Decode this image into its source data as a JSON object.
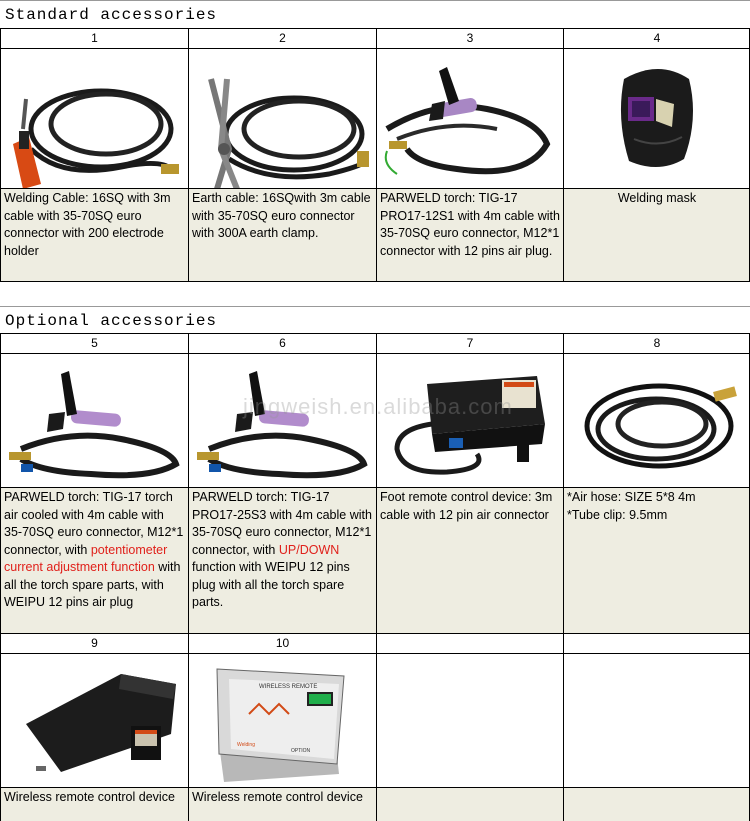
{
  "standard": {
    "title": "Standard accessories",
    "items": [
      {
        "num": "1",
        "desc": "Welding Cable: 16SQ with 3m cable with 35-70SQ euro connector with 200 electrode holder",
        "icon": "electrode-holder-cable"
      },
      {
        "num": "2",
        "desc": "Earth cable: 16SQwith 3m cable with 35-70SQ euro connector with 300A earth clamp.",
        "icon": "earth-clamp-cable"
      },
      {
        "num": "3",
        "desc": "PARWELD torch: TIG-17 PRO17-12S1 with 4m cable with 35-70SQ euro connector, M12*1 connector with 12 pins air plug.",
        "icon": "tig-torch"
      },
      {
        "num": "4",
        "desc": "Welding mask",
        "icon": "welding-mask"
      }
    ]
  },
  "optional": {
    "title": "Optional accessories",
    "items": [
      {
        "num": "5",
        "desc_pre": "PARWELD torch: TIG-17 torch air cooled with 4m cable with 35-70SQ euro connector, M12*1 connector, with ",
        "desc_red": "potentiometer current adjustment function",
        "desc_post": " with all the torch spare parts, with WEIPU 12 pins air plug",
        "icon": "tig-torch"
      },
      {
        "num": "6",
        "desc_pre": "PARWELD torch: TIG-17 PRO17-25S3 with 4m cable with 35-70SQ euro connector, M12*1 connector, with ",
        "desc_red": "UP/DOWN",
        "desc_post": " function with WEIPU 12 pins plug with all the torch spare parts.",
        "icon": "tig-torch"
      },
      {
        "num": "7",
        "desc": "Foot remote control device: 3m cable with 12 pin air connector",
        "icon": "foot-pedal"
      },
      {
        "num": "8",
        "desc_l1": "*Air hose: SIZE 5*8 4m",
        "desc_l2": "*Tube clip: 9.5mm",
        "icon": "air-hose"
      },
      {
        "num": "9",
        "desc": "Wireless remote control device",
        "icon": "wireless-pedal"
      },
      {
        "num": "10",
        "desc": "Wireless remote control device",
        "icon": "wireless-remote"
      }
    ]
  },
  "remote_panel": {
    "title": "WIRELESS REMOTE",
    "option": "OPTION",
    "brand": "Welding"
  },
  "watermark": "jingweish.en.alibaba.com"
}
